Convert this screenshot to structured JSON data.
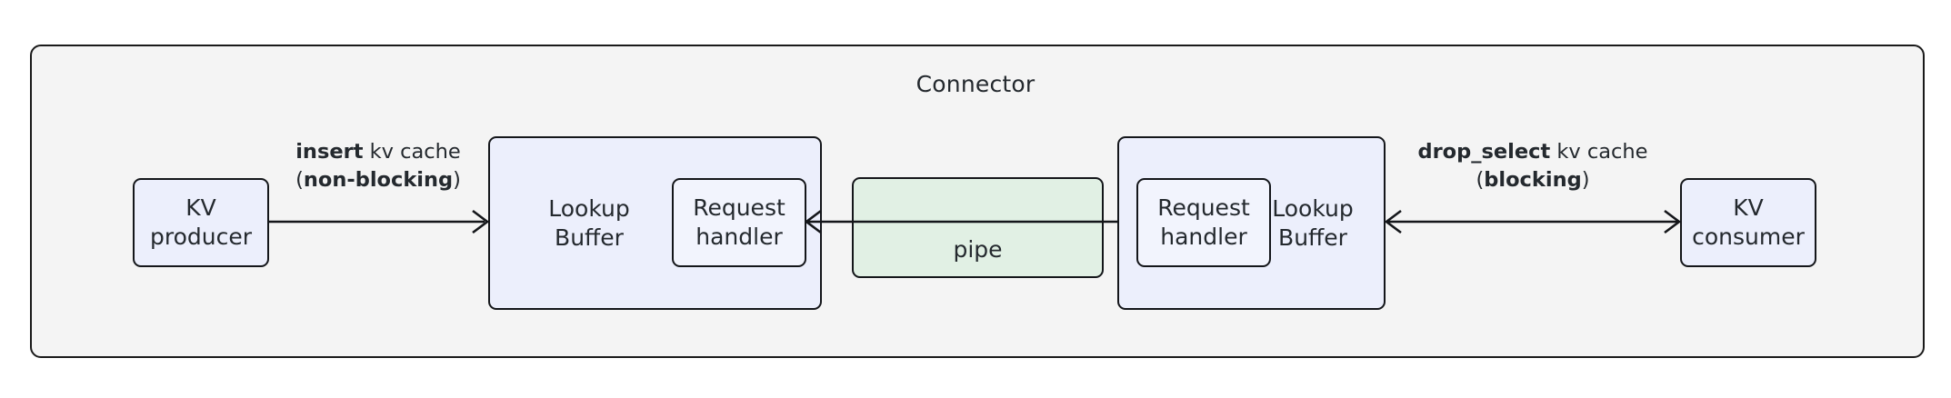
{
  "diagram": {
    "container": {
      "title": "Connector",
      "background_color": "#f4f4f4",
      "border_color": "#1a1a1a"
    },
    "nodes": {
      "kv_producer": {
        "line1": "KV",
        "line2": "producer",
        "fill": "#eceffc"
      },
      "lookup_buffer_left": {
        "line1": "Lookup",
        "line2": "Buffer",
        "fill": "#eceffc"
      },
      "request_handler_left": {
        "line1": "Request",
        "line2": "handler",
        "fill": "#f2f4fd"
      },
      "pipe": {
        "label": "pipe",
        "fill": "#e1f0e4"
      },
      "request_handler_right": {
        "line1": "Request",
        "line2": "handler",
        "fill": "#f2f4fd"
      },
      "lookup_buffer_right": {
        "line1": "Lookup",
        "line2": "Buffer",
        "fill": "#eceffc"
      },
      "kv_consumer": {
        "line1": "KV",
        "line2": "consumer",
        "fill": "#eceffc"
      }
    },
    "edges": {
      "insert": {
        "line1_bold": "insert",
        "line1_rest": " kv cache",
        "line2_open": "(",
        "line2_bold": "non-blocking",
        "line2_close": ")",
        "direction": "kv-producer-to-lookup-buffer-left"
      },
      "pipe_transfer": {
        "direction": "bidirectional"
      },
      "drop_select": {
        "line1_bold": "drop_select",
        "line1_rest": " kv cache",
        "line2_open": "(",
        "line2_bold": "blocking",
        "line2_close": ")",
        "direction": "bidirectional"
      }
    }
  }
}
